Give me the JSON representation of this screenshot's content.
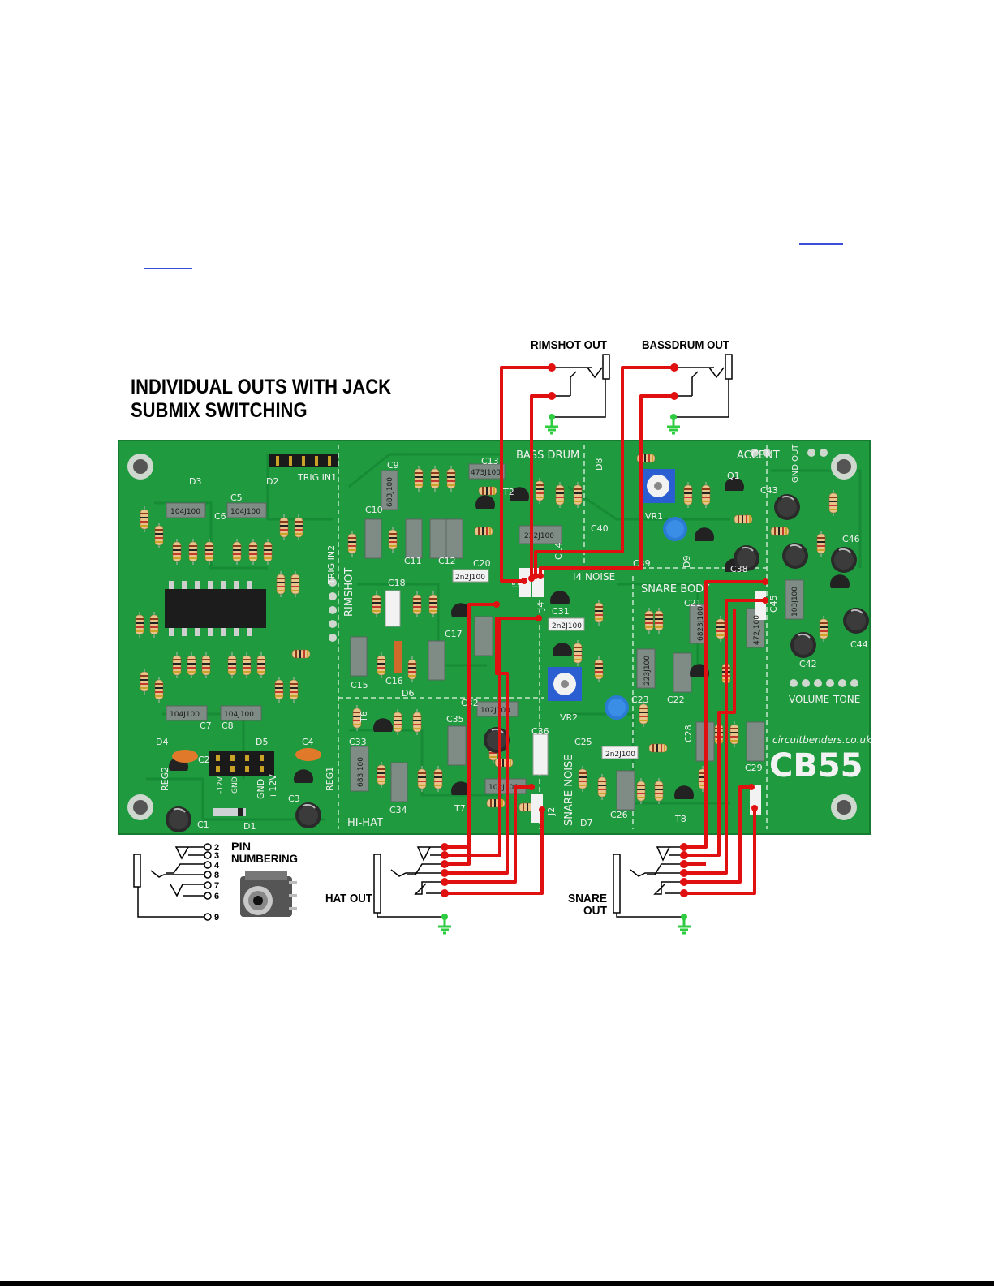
{
  "title": {
    "line1": "INDIVIDUAL OUTS WITH JACK",
    "line2": "SUBMIX SWITCHING"
  },
  "jack_labels": {
    "rimshot": "RIMSHOT OUT",
    "bassdrum": "BASSDRUM OUT",
    "hat": "HAT OUT",
    "snare_line1": "SNARE",
    "snare_line2": "OUT",
    "pin_numbering_line1": "PIN",
    "pin_numbering_line2": "NUMBERING"
  },
  "pin_numbers": [
    "2",
    "3",
    "4",
    "8",
    "7",
    "6",
    "9"
  ],
  "pcb": {
    "brand_url": "circuitbenders.co.uk",
    "model": "CB55",
    "sections": [
      "BASS DRUM",
      "SNARE BODY",
      "HI-HAT",
      "SNARE NOISE",
      "RIMSHOT",
      "ACCENT",
      "I4 NOISE"
    ],
    "headers": [
      "TRIG IN1",
      "TRIG IN2",
      "GND OUT"
    ],
    "pots": [
      "VOLUME",
      "TONE"
    ],
    "jumpers": [
      "J1",
      "J2",
      "J3",
      "J4",
      "J5"
    ],
    "power_pins": [
      "-12V",
      "GND",
      "GND",
      "+12V"
    ],
    "component_refs": [
      "D3",
      "D2",
      "C5",
      "C6",
      "C7",
      "C8",
      "D4",
      "D5",
      "C2",
      "C4",
      "REG1",
      "REG2",
      "C1",
      "D1",
      "C3",
      "C9",
      "C10",
      "C11",
      "C12",
      "C13",
      "T2",
      "C14",
      "C18",
      "C20",
      "C17",
      "C15",
      "C16",
      "D6",
      "C31",
      "VR2",
      "VR1",
      "C39",
      "C38",
      "C40",
      "D9",
      "C21",
      "C22",
      "C23",
      "C25",
      "C26",
      "C28",
      "C29",
      "C32",
      "C33",
      "C34",
      "C35",
      "C36",
      "C43",
      "C44",
      "C45",
      "C46",
      "C42",
      "D7",
      "D8",
      "Q1",
      "T6",
      "T7",
      "T8"
    ],
    "cap_codes": [
      "104J100",
      "104J100",
      "104J100",
      "104J100",
      "473J100",
      "683J100",
      "2n2J100",
      "2n2J100",
      "2n2J100",
      "102J100",
      "102J100",
      "472J100",
      "222J100",
      "223J100",
      "6823J100",
      "683J100",
      "103J100"
    ]
  },
  "colors": {
    "pcb_green": "#1f9a3e",
    "wire_red": "#e01010",
    "ground_green": "#2ecc40",
    "silkscreen": "#f2f2f2",
    "link_blue": "#3a4fd8"
  }
}
